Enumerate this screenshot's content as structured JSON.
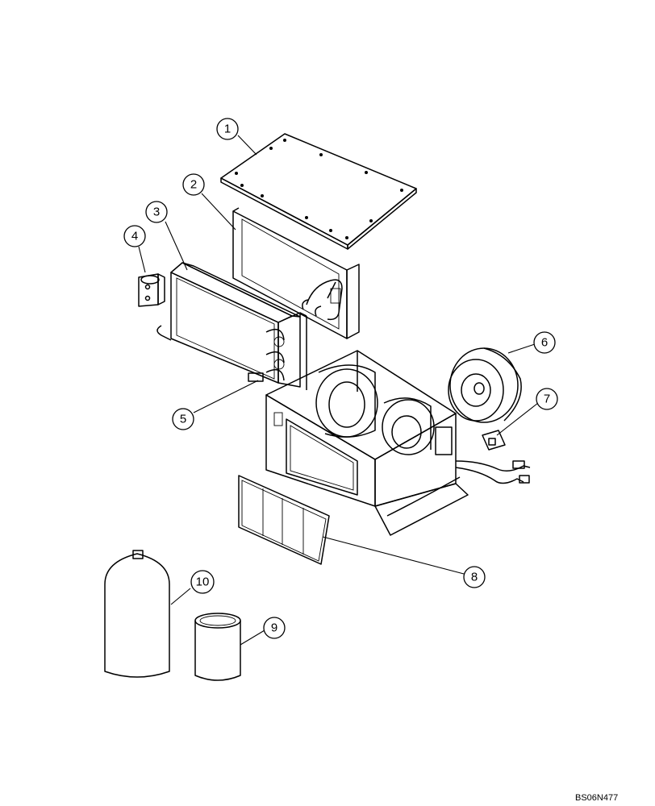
{
  "drawing_id": "BS06N477",
  "callouts": [
    "1",
    "2",
    "3",
    "4",
    "5",
    "6",
    "7",
    "8",
    "9",
    "10"
  ]
}
